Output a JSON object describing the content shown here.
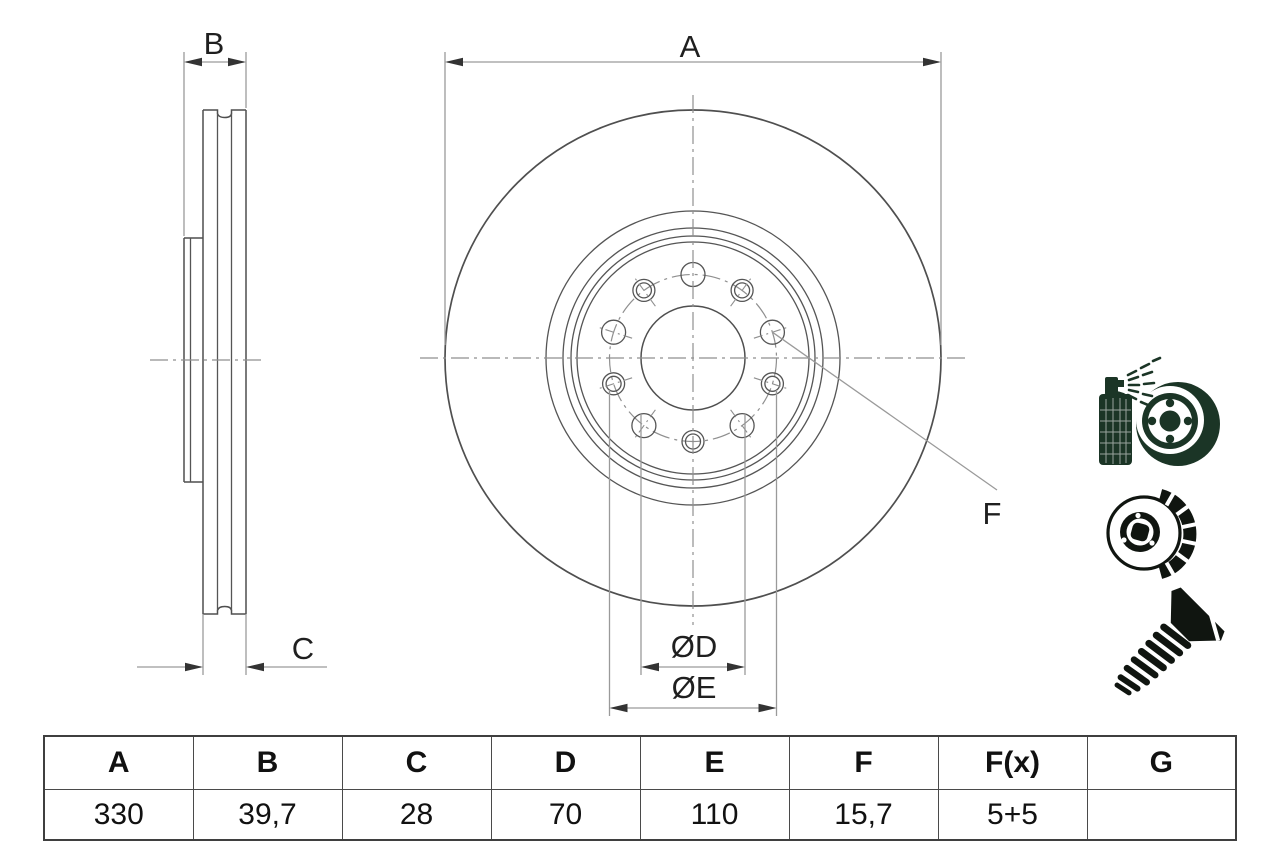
{
  "page": {
    "background": "#ffffff",
    "kind": "brake-disc-technical-drawing"
  },
  "drawing": {
    "labels": {
      "a": "A",
      "b": "B",
      "c": "C",
      "od": "ØD",
      "oe": "ØE",
      "f": "F"
    }
  },
  "icons": {
    "coating_spray": "spray-can-coating-disc",
    "vented_disc": "vented-brake-disc",
    "screw": "countersunk-screw"
  },
  "colors": {
    "line": "#4f4f4f",
    "dim_line": "#9a9a9a",
    "centerline": "#8f8f8f",
    "text": "#1f1f1f",
    "icon_green": "#1b3526",
    "icon_black": "#101510",
    "table_border": "#4a4a4a",
    "background": "#ffffff"
  },
  "table": {
    "headers": [
      "A",
      "B",
      "C",
      "D",
      "E",
      "F",
      "F(x)",
      "G"
    ],
    "values": [
      "330",
      "39,7",
      "28",
      "70",
      "110",
      "15,7",
      "5+5",
      ""
    ]
  }
}
